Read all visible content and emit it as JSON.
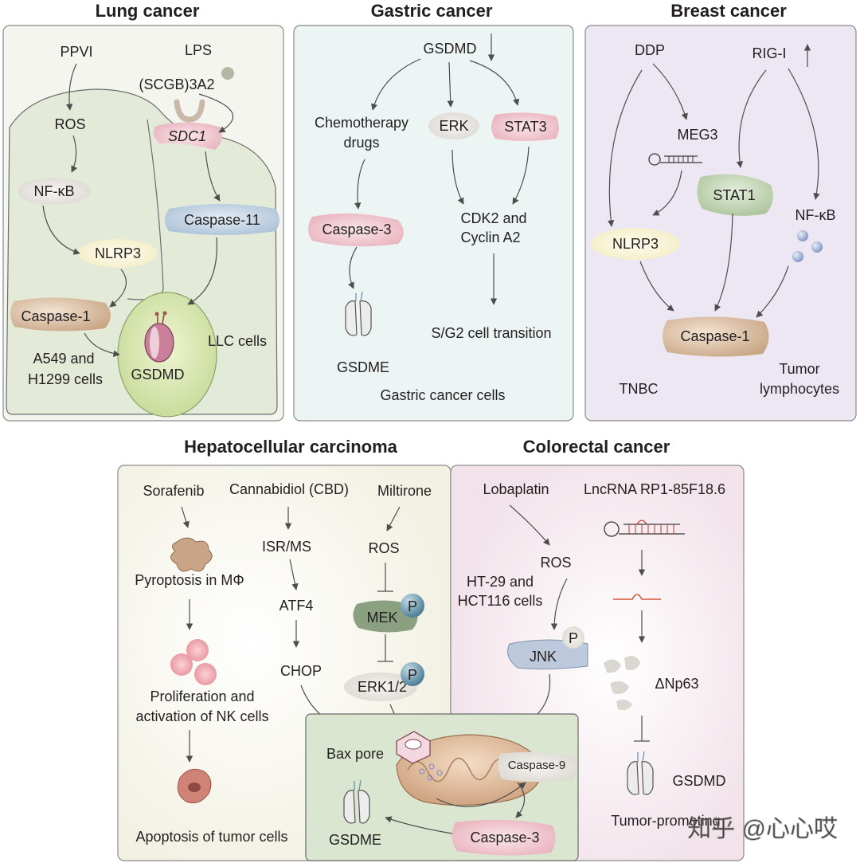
{
  "lung": {
    "title": "Lung cancer",
    "ppvi": "PPVI",
    "lps": "LPS",
    "scgb": "(SCGB)3A2",
    "sdc1": "SDC1",
    "ros": "ROS",
    "nfkb": "NF-κB",
    "nlrp3": "NLRP3",
    "casp1": "Caspase-1",
    "casp11": "Caspase-11",
    "a549_1": "A549 and",
    "a549_2": "H1299 cells",
    "gsdmd": "GSDMD",
    "llc": "LLC cells"
  },
  "gastric": {
    "title": "Gastric cancer",
    "gsdmd": "GSDMD",
    "chemo_1": "Chemotherapy",
    "chemo_2": "drugs",
    "erk": "ERK",
    "stat3": "STAT3",
    "casp3": "Caspase-3",
    "cdk_1": "CDK2 and",
    "cdk_2": "Cyclin A2",
    "gsdme": "GSDME",
    "sg2": "S/G2 cell transition",
    "cells": "Gastric cancer cells"
  },
  "breast": {
    "title": "Breast cancer",
    "ddp": "DDP",
    "rig": "RIG-I",
    "meg3": "MEG3",
    "stat1": "STAT1",
    "nfkb": "NF-κB",
    "nlrp3": "NLRP3",
    "casp1": "Caspase-1",
    "tnbc": "TNBC",
    "tumor_1": "Tumor",
    "tumor_2": "lymphocytes"
  },
  "hcc": {
    "title": "Hepatocellular carcinoma",
    "sorafenib": "Sorafenib",
    "cbd": "Cannabidiol (CBD)",
    "miltirone": "Miltirone",
    "pyro": "Pyroptosis in MΦ",
    "isr": "ISR/MS",
    "ros": "ROS",
    "atf4": "ATF4",
    "mek": "MEK",
    "p": "P",
    "chop": "CHOP",
    "erk12": "ERK1/2",
    "prolif_1": "Proliferation and",
    "prolif_2": "activation of NK cells",
    "apop": "Apoptosis of tumor cells"
  },
  "colorectal": {
    "title": "Colorectal cancer",
    "lobaplatin": "Lobaplatin",
    "lnc": "LncRNA RP1-85F18.6",
    "ros": "ROS",
    "ht_1": "HT-29 and",
    "ht_2": "HCT116 cells",
    "jnk": "JNK",
    "p": "P",
    "dnp63": "ΔNp63",
    "gsdmd": "GSDMD",
    "tumor_prom": "Tumor-promoting"
  },
  "mito": {
    "bax": "Bax pore",
    "casp9": "Caspase-9",
    "casp3": "Caspase-3",
    "gsdme": "GSDME"
  },
  "watermark": "知乎 @心心哎",
  "colors": {
    "lung_bg": "#f4f5ef",
    "lung_cell": "#e3ead8",
    "gastric_bg": "#ecf4f4",
    "breast_bg": "#ece7f3",
    "hcc_bg": "#f8f7ef",
    "crc_bg": "#f6eff2",
    "mito_bg": "#dae6cf",
    "arrow": "#4d4d4d"
  }
}
